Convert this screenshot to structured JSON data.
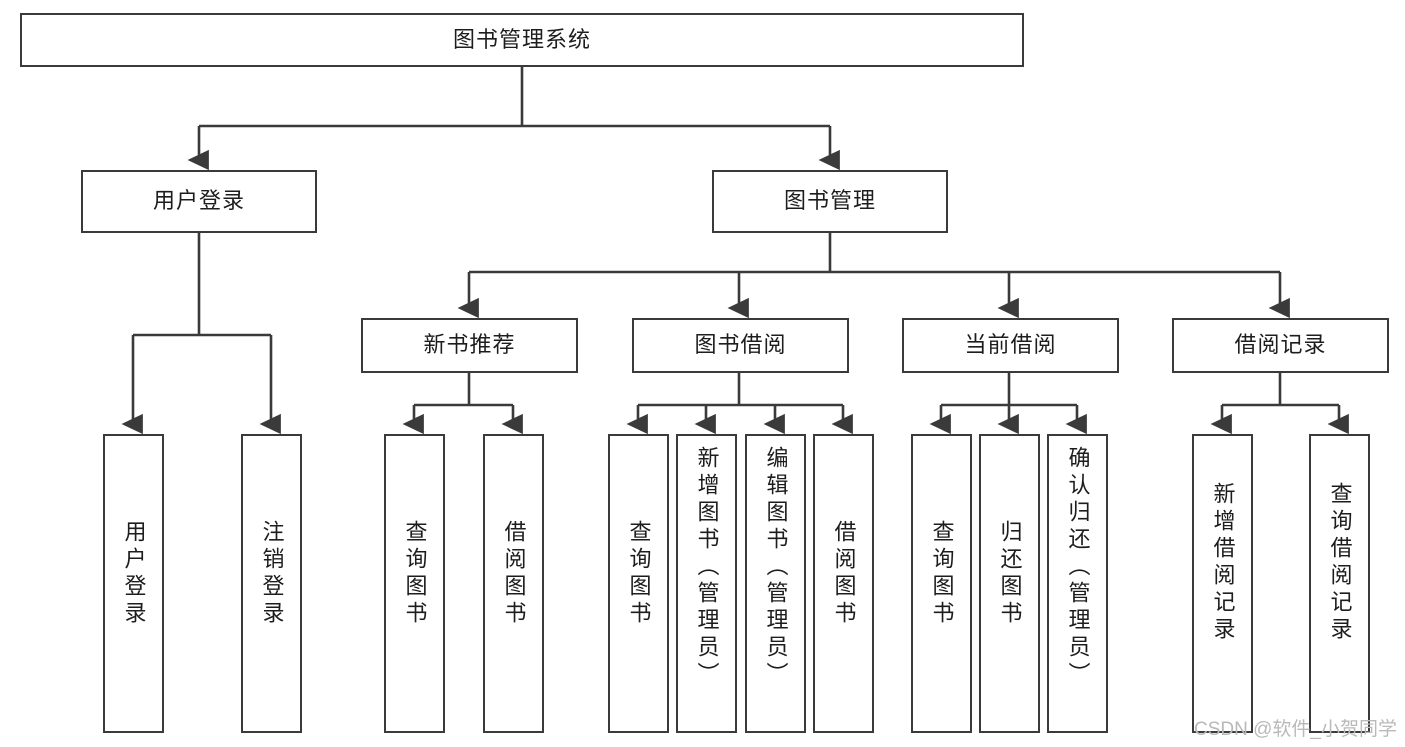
{
  "diagram": {
    "type": "tree-hierarchy-chart",
    "title": "图书管理系统",
    "watermark": "CSDN @软件_小贺同学",
    "colors": {
      "node_border": "#3a3a3a",
      "node_fill": "#ffffff",
      "edge": "#3a3a3a",
      "text": "#1d1d1d",
      "watermark": "#b9b9b9",
      "background": "#ffffff"
    },
    "nodes": {
      "root": {
        "label": "图书管理系统"
      },
      "level2": [
        {
          "id": "user-login",
          "label": "用户登录"
        },
        {
          "id": "book-manage",
          "label": "图书管理"
        }
      ],
      "level3": [
        {
          "id": "new-book-recommend",
          "label": "新书推荐"
        },
        {
          "id": "book-borrow",
          "label": "图书借阅"
        },
        {
          "id": "current-borrow",
          "label": "当前借阅"
        },
        {
          "id": "borrow-record",
          "label": "借阅记录"
        }
      ],
      "leaves": {
        "user_login": [
          {
            "id": "leaf-user-login",
            "label": "用户登录"
          },
          {
            "id": "leaf-logout-login",
            "label": "注销登录"
          }
        ],
        "new_book_recommend": [
          {
            "id": "leaf-query-book-1",
            "label": "查询图书"
          },
          {
            "id": "leaf-borrow-book-1",
            "label": "借阅图书"
          }
        ],
        "book_borrow": [
          {
            "id": "leaf-query-book-2",
            "label": "查询图书"
          },
          {
            "id": "leaf-add-book",
            "label": "新增图书（管理员）"
          },
          {
            "id": "leaf-edit-book",
            "label": "编辑图书（管理员）"
          },
          {
            "id": "leaf-borrow-book-2",
            "label": "借阅图书"
          }
        ],
        "current_borrow": [
          {
            "id": "leaf-query-book-3",
            "label": "查询图书"
          },
          {
            "id": "leaf-return-book",
            "label": "归还图书"
          },
          {
            "id": "leaf-confirm-return",
            "label": "确认归还（管理员）"
          }
        ],
        "borrow_record": [
          {
            "id": "leaf-add-record",
            "label": "新增借阅记录"
          },
          {
            "id": "leaf-query-record",
            "label": "查询借阅记录"
          }
        ]
      }
    }
  }
}
